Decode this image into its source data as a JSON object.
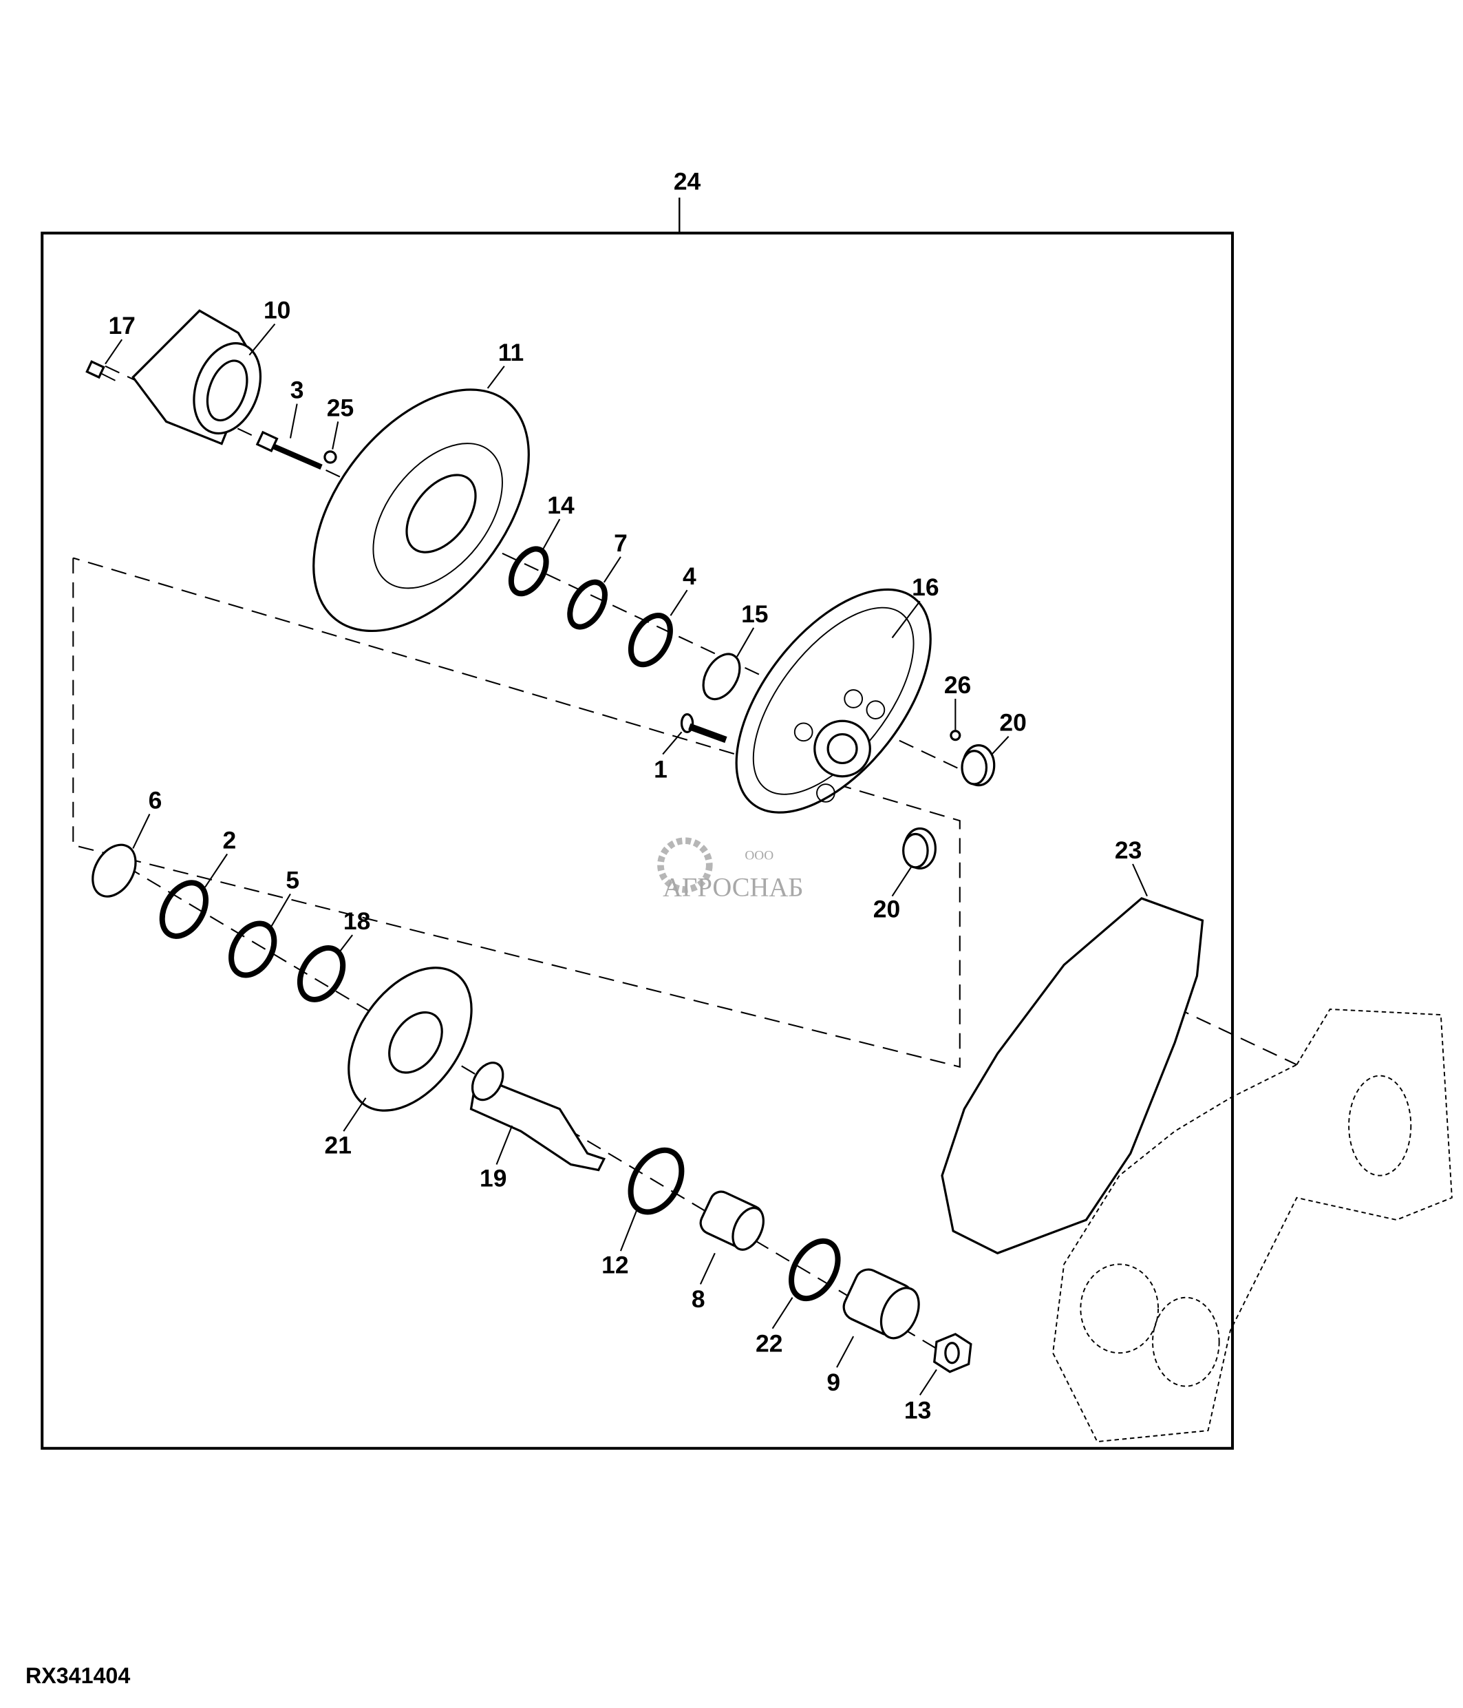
{
  "diagram": {
    "drawing_code": "RX341404",
    "assembly_callout": "24",
    "callouts": {
      "c1": "1",
      "c2": "2",
      "c3": "3",
      "c4": "4",
      "c5": "5",
      "c6": "6",
      "c7": "7",
      "c8": "8",
      "c9": "9",
      "c10": "10",
      "c11": "11",
      "c12": "12",
      "c13": "13",
      "c14": "14",
      "c15": "15",
      "c16": "16",
      "c17": "17",
      "c18": "18",
      "c19": "19",
      "c20a": "20",
      "c20b": "20",
      "c21": "21",
      "c22": "22",
      "c23": "23",
      "c25": "25",
      "c26": "26"
    },
    "watermark": {
      "prefix": "ООО",
      "name": "АГРОСНАБ"
    }
  }
}
